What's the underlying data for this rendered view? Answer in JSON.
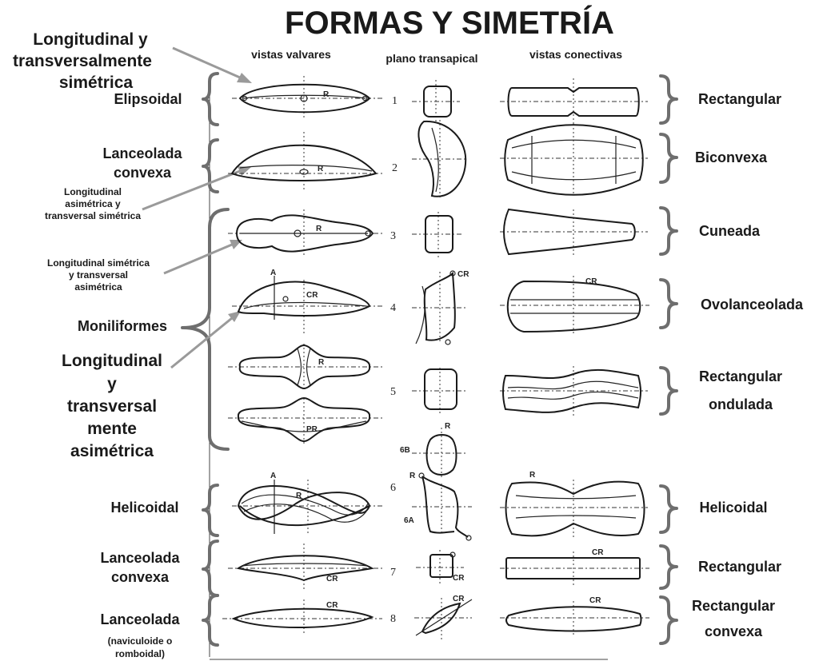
{
  "title": "FORMAS Y SIMETRÍA",
  "column_headers": {
    "valvar": "vistas valvares",
    "transapical": "plano transapical",
    "conectiva": "vistas conectivas"
  },
  "left_labels": {
    "top_arrow_label": [
      "Longitudinal y",
      "transversalmente",
      "simétrica"
    ],
    "elipsoidal": "Elipsoidal",
    "lanceolada_convexa_1": [
      "Lanceolada",
      "convexa"
    ],
    "long_asim": [
      "Longitudinal",
      "asimétrica y",
      "transversal simétrica"
    ],
    "long_sim": [
      "Longitudinal simétrica",
      "y transversal",
      "asimétrica"
    ],
    "moniliformes": "Moniliformes",
    "long_trans_asim": [
      "Longitudinal",
      "y",
      "transversal",
      "mente",
      "asimétrica"
    ],
    "helicoidal": "Helicoidal",
    "lanceolada_convexa_2": [
      "Lanceolada",
      "convexa"
    ],
    "lanceolada": "Lanceolada",
    "naviculoide": [
      "(naviculoide o",
      "romboidal)"
    ]
  },
  "right_labels": {
    "rectangular_1": "Rectangular",
    "biconvexa": "Biconvexa",
    "cuneada": "Cuneada",
    "ovolanceolada": "Ovolanceolada",
    "rect_ondulada": [
      "Rectangular",
      "ondulada"
    ],
    "helicoidal": "Helicoidal",
    "rectangular_2": "Rectangular",
    "rect_convexa": [
      "Rectangular",
      "convexa"
    ]
  },
  "row_numbers": [
    "1",
    "2",
    "3",
    "4",
    "5",
    "6",
    "7",
    "8"
  ],
  "figure_marks": {
    "r1": "R",
    "r2": "R",
    "r3": "R",
    "a4": "A",
    "cr4": "CR",
    "r5": "R",
    "pr5": "PR",
    "a6": "A",
    "r6": "R",
    "cr4t": "CR",
    "r5t": "R",
    "b6": "6B",
    "r6t": "R",
    "a6t": "6A",
    "cr7t": "CR",
    "cr8t": "CR",
    "cr4c": "CR",
    "r6c": "R",
    "cr7c": "CR",
    "cr8c": "CR",
    "cr7v": "CR",
    "cr8v": "CR"
  }
}
